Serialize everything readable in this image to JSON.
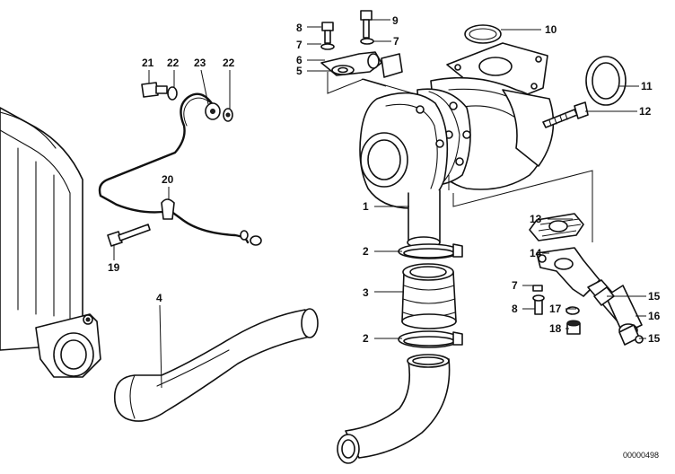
{
  "diagram": {
    "reference_number": "00000498",
    "callouts": [
      "1",
      "2",
      "3",
      "2",
      "4",
      "5",
      "6",
      "7",
      "8",
      "9",
      "7",
      "10",
      "11",
      "12",
      "13",
      "14",
      "7",
      "8",
      "17",
      "18",
      "15",
      "16",
      "15",
      "19",
      "20",
      "21",
      "22",
      "23",
      "22"
    ]
  }
}
